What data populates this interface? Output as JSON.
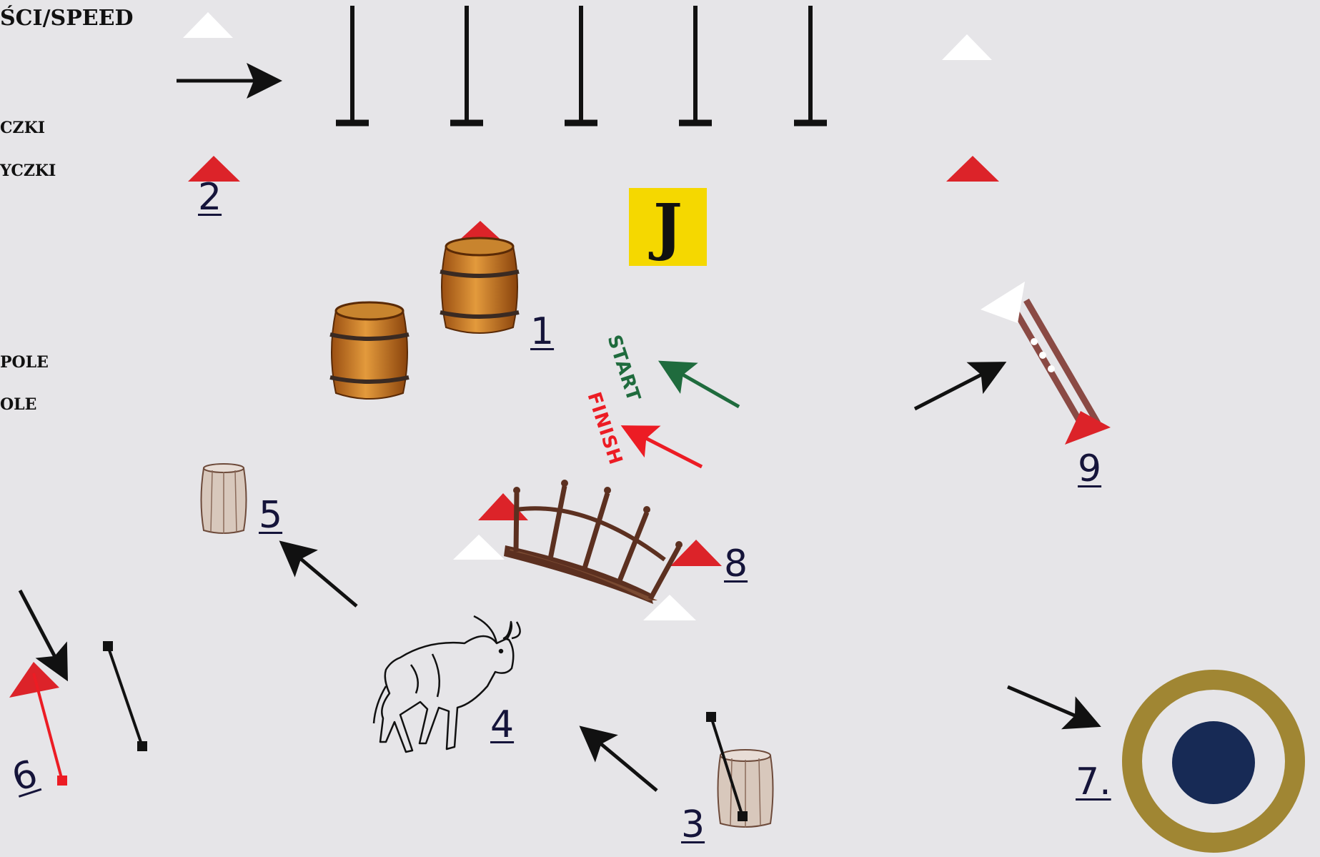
{
  "legend": {
    "speed": "ŚCI/SPEED",
    "line_czki": "CZKI",
    "line_yczki": "YCZKI",
    "line_pole": "POLE",
    "line_ole": "OLE"
  },
  "markers": {
    "jump_letter": "J",
    "start": "START",
    "finish": "FINISH"
  },
  "obstacles": [
    {
      "id": "1",
      "label": "1",
      "name": "barrels"
    },
    {
      "id": "2",
      "label": "2",
      "name": "flag"
    },
    {
      "id": "3",
      "label": "3",
      "name": "barrel-with-pole"
    },
    {
      "id": "4",
      "label": "4",
      "name": "bull"
    },
    {
      "id": "5",
      "label": "5",
      "name": "small-barrel"
    },
    {
      "id": "6",
      "label": "6",
      "name": "red-flag-pole"
    },
    {
      "id": "7",
      "label": "7.",
      "name": "circle-target"
    },
    {
      "id": "8",
      "label": "8",
      "name": "bridge"
    },
    {
      "id": "9",
      "label": "9",
      "name": "gate"
    }
  ],
  "colors": {
    "background": "#e6e5e8",
    "flag_red": "#dc2329",
    "flag_white": "#ffffff",
    "start_green": "#1f6b3d",
    "finish_red": "#ec1c24",
    "target_ring": "#a08633",
    "target_center": "#172a55",
    "j_box": "#f5d800"
  }
}
